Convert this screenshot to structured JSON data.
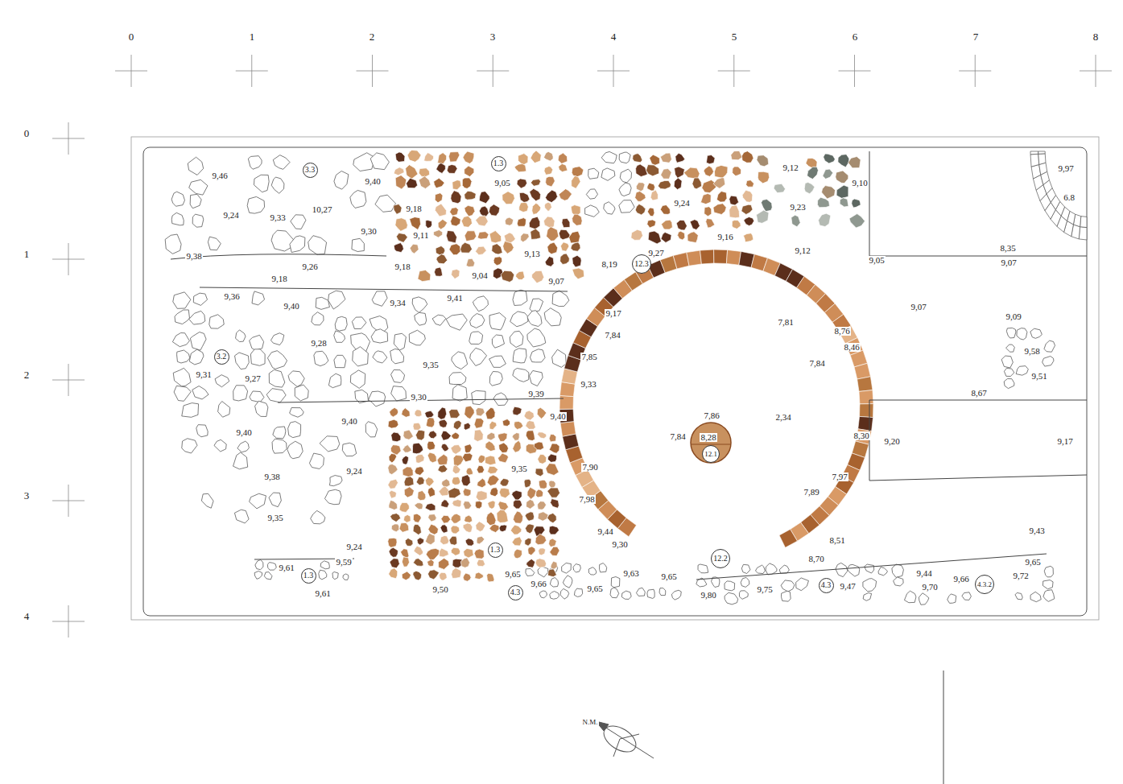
{
  "diagram": {
    "nodes": [
      {
        "text": [
          "3.3"
        ]
      },
      {
        "text": [
          "1.3"
        ]
      },
      {
        "text": [
          "12.3"
        ]
      },
      {
        "text": [
          "3.2"
        ]
      },
      {
        "text": [
          "1.3"
        ]
      },
      {
        "text": [
          "1.3"
        ]
      },
      {
        "text": [
          "12.1"
        ]
      },
      {
        "text": [
          "12.2"
        ]
      },
      {
        "text": [
          "4.3"
        ]
      },
      {
        "text": [
          "4.3"
        ]
      },
      {
        "text": [
          "4.3.2"
        ]
      }
    ],
    "labels": [
      "0",
      "1",
      "2",
      "3",
      "4",
      "5",
      "6",
      "7",
      "8",
      "0",
      "1",
      "2",
      "3",
      "4",
      "9,46",
      "9,40",
      "9,24",
      "9,33",
      "10,27",
      "9,30",
      "9,38",
      "9,26",
      "9,18",
      "9,18",
      "9,11",
      "9,18",
      "9,05",
      "9,13",
      "9,04",
      "9,07",
      "8,19",
      "9,24",
      "9,27",
      "9,12",
      "9,10",
      "9,23",
      "9,16",
      "9,12",
      "9,36",
      "9,40",
      "9,34",
      "9,41",
      "9,17",
      "7,84",
      "9,28",
      "7,85",
      "9,31",
      "9,27",
      "9,35",
      "9,33",
      "9,30",
      "9,39",
      "9,40",
      "9,40",
      "9,40",
      "9,24",
      "9,38",
      "9,35",
      "7,90",
      "7,98",
      "9,35",
      "9,44",
      "9,30",
      "9,24",
      "9,59",
      "9,61",
      "9,61",
      "9,50",
      "9,65",
      "9,66",
      "9,65",
      "9,63",
      "9,65",
      "9,80",
      "9,75",
      "9,47",
      "9,44",
      "9,70",
      "9,66",
      "9,72",
      "9,65",
      "9,43",
      "7,81",
      "8,76",
      "8,46",
      "7,84",
      "7,86",
      "7,84",
      "8,28",
      "2,34",
      "8,30",
      "7,97",
      "7,89",
      "8,51",
      "8,70",
      "9,05",
      "8,35",
      "9,07",
      "9,07",
      "9,09",
      "9,58",
      "9,51",
      "8,67",
      "9,20",
      "9,17",
      "9,97",
      "6.8",
      "N.M."
    ]
  }
}
